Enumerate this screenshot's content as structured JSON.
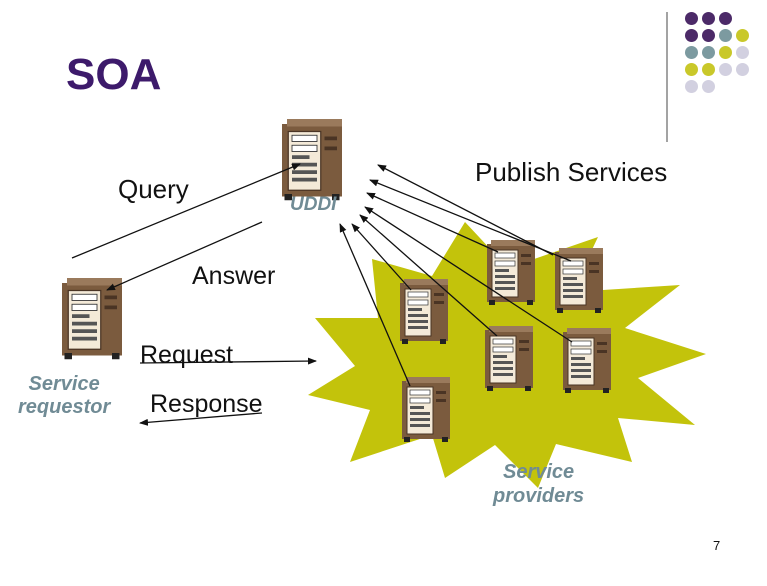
{
  "slide": {
    "title": "SOA",
    "page_number": "7"
  },
  "labels": {
    "query": "Query",
    "publish_services": "Publish Services",
    "uddi": "UDDI",
    "answer": "Answer",
    "request": "Request",
    "response": "Response",
    "service_requestor_line1": "Service",
    "service_requestor_line2": "requestor",
    "service_providers_line1": "Service",
    "service_providers_line2": "providers"
  },
  "colors": {
    "title": "#3d1a6b",
    "accent_text": "#708b95",
    "provider_blob": "#c3c30b",
    "server_body": "#7b5b3e",
    "server_front": "#f4ead8",
    "arrow": "#111111",
    "dot_purple": "#4c2a68",
    "dot_teal": "#7c9aa0",
    "dot_yellow": "#c9c82a",
    "dot_lavender": "#d2d0e0"
  },
  "decor": {
    "dot_grid": [
      [
        "purple",
        "purple",
        "purple",
        "none"
      ],
      [
        "purple",
        "purple",
        "teal",
        "yellow"
      ],
      [
        "teal",
        "teal",
        "yellow",
        "lavender"
      ],
      [
        "yellow",
        "yellow",
        "lavender",
        "lavender"
      ],
      [
        "lavender",
        "lavender",
        "none",
        "none"
      ]
    ]
  }
}
